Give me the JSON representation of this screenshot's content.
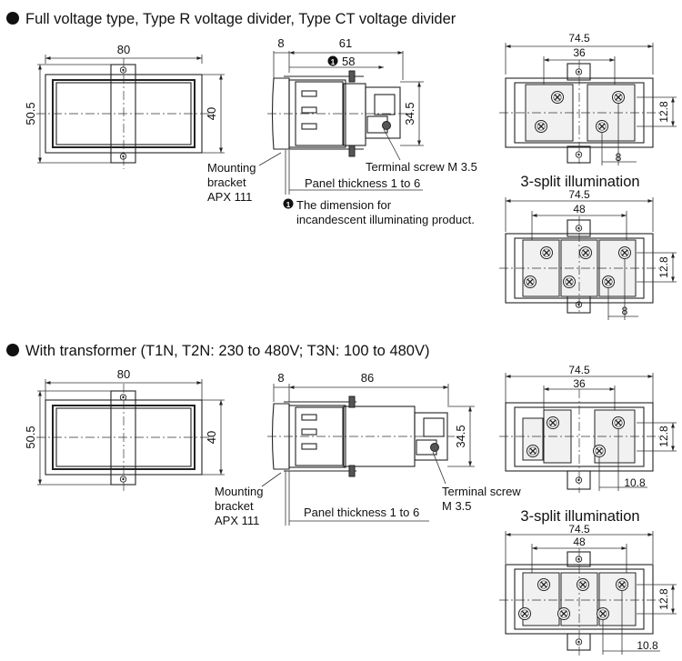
{
  "sections": [
    {
      "title": "Full voltage type, Type R voltage divider, Type CT voltage divider",
      "front": {
        "width": "80",
        "height": "50.5",
        "inner_height": "40"
      },
      "side": {
        "depth_front": "8",
        "depth_total": "61",
        "note_marker": "58",
        "height": "34.5",
        "bracket_label": [
          "Mounting",
          "bracket",
          "APX 111"
        ],
        "terminal_label": [
          "Terminal screw M 3.5"
        ],
        "panel_label": "Panel thickness 1 to 6",
        "footnote": [
          "The dimension for",
          "incandescent illuminating product."
        ]
      },
      "rear_top": {
        "width": "74.5",
        "pitch": "36",
        "vpitch": "12.8",
        "offset": "8"
      },
      "split_title": "3-split illumination",
      "rear_bottom": {
        "width": "74.5",
        "pitch": "48",
        "vpitch": "12.8",
        "offset": "8"
      }
    },
    {
      "title": "With transformer (T1N, T2N: 230 to 480V; T3N: 100 to 480V)",
      "front": {
        "width": "80",
        "height": "50.5",
        "inner_height": "40"
      },
      "side": {
        "depth_front": "8",
        "depth_total": "86",
        "height": "34.5",
        "bracket_label": [
          "Mounting",
          "bracket",
          "APX 111"
        ],
        "terminal_label": [
          "Terminal screw",
          "M 3.5"
        ],
        "panel_label": "Panel thickness 1 to 6"
      },
      "rear_top": {
        "width": "74.5",
        "pitch": "36",
        "vpitch": "12.8",
        "offset": "10.8"
      },
      "split_title": "3-split illumination",
      "rear_bottom": {
        "width": "74.5",
        "pitch": "48",
        "vpitch": "12.8",
        "offset": "10.8"
      }
    }
  ]
}
